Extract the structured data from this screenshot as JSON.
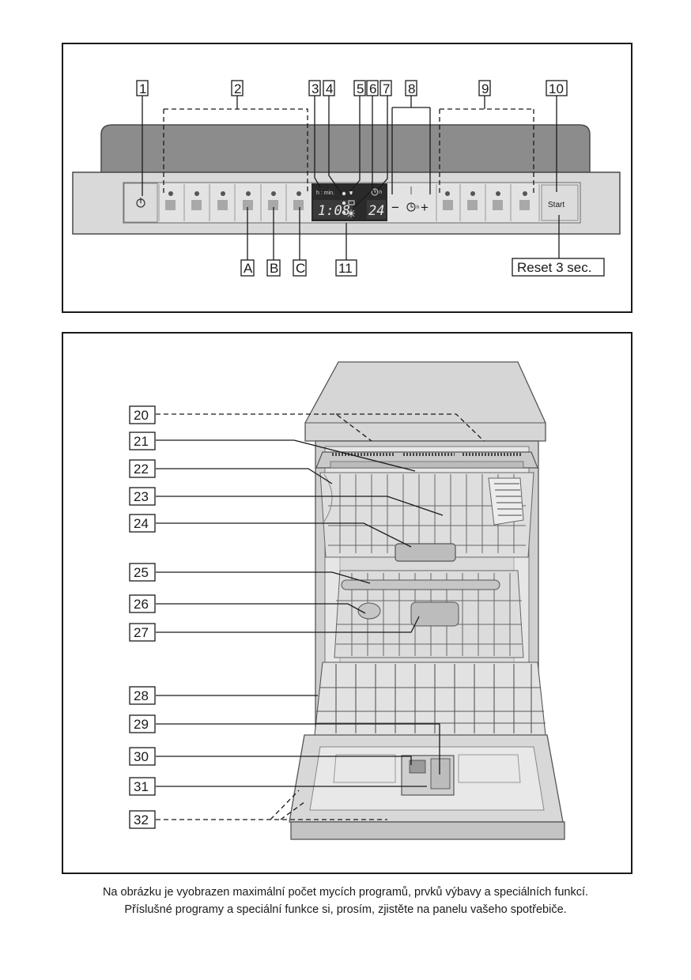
{
  "control_panel": {
    "callouts_top": [
      "1",
      "2",
      "3",
      "4",
      "5",
      "6",
      "7",
      "8",
      "9",
      "10"
    ],
    "callouts_bottom": [
      "A",
      "B",
      "C",
      "11"
    ],
    "reset_label": "Reset 3 sec.",
    "start_label": "Start",
    "hours_minutes_label": "h : min.",
    "display_time": "1:08",
    "display_hours": "24",
    "h_label": "h",
    "minus_label": "−",
    "plus_label": "+"
  },
  "machine": {
    "callouts": [
      "20",
      "21",
      "22",
      "23",
      "24",
      "25",
      "26",
      "27",
      "28",
      "29",
      "30",
      "31",
      "32"
    ]
  },
  "caption": {
    "line1": "Na obrázku je vyobrazen maximální počet mycích programů, prvků výbavy a speciálních funkcí.",
    "line2": "Příslušné programy a speciální funkce si, prosím, zjistěte na panelu vašeho spotřebiče."
  }
}
